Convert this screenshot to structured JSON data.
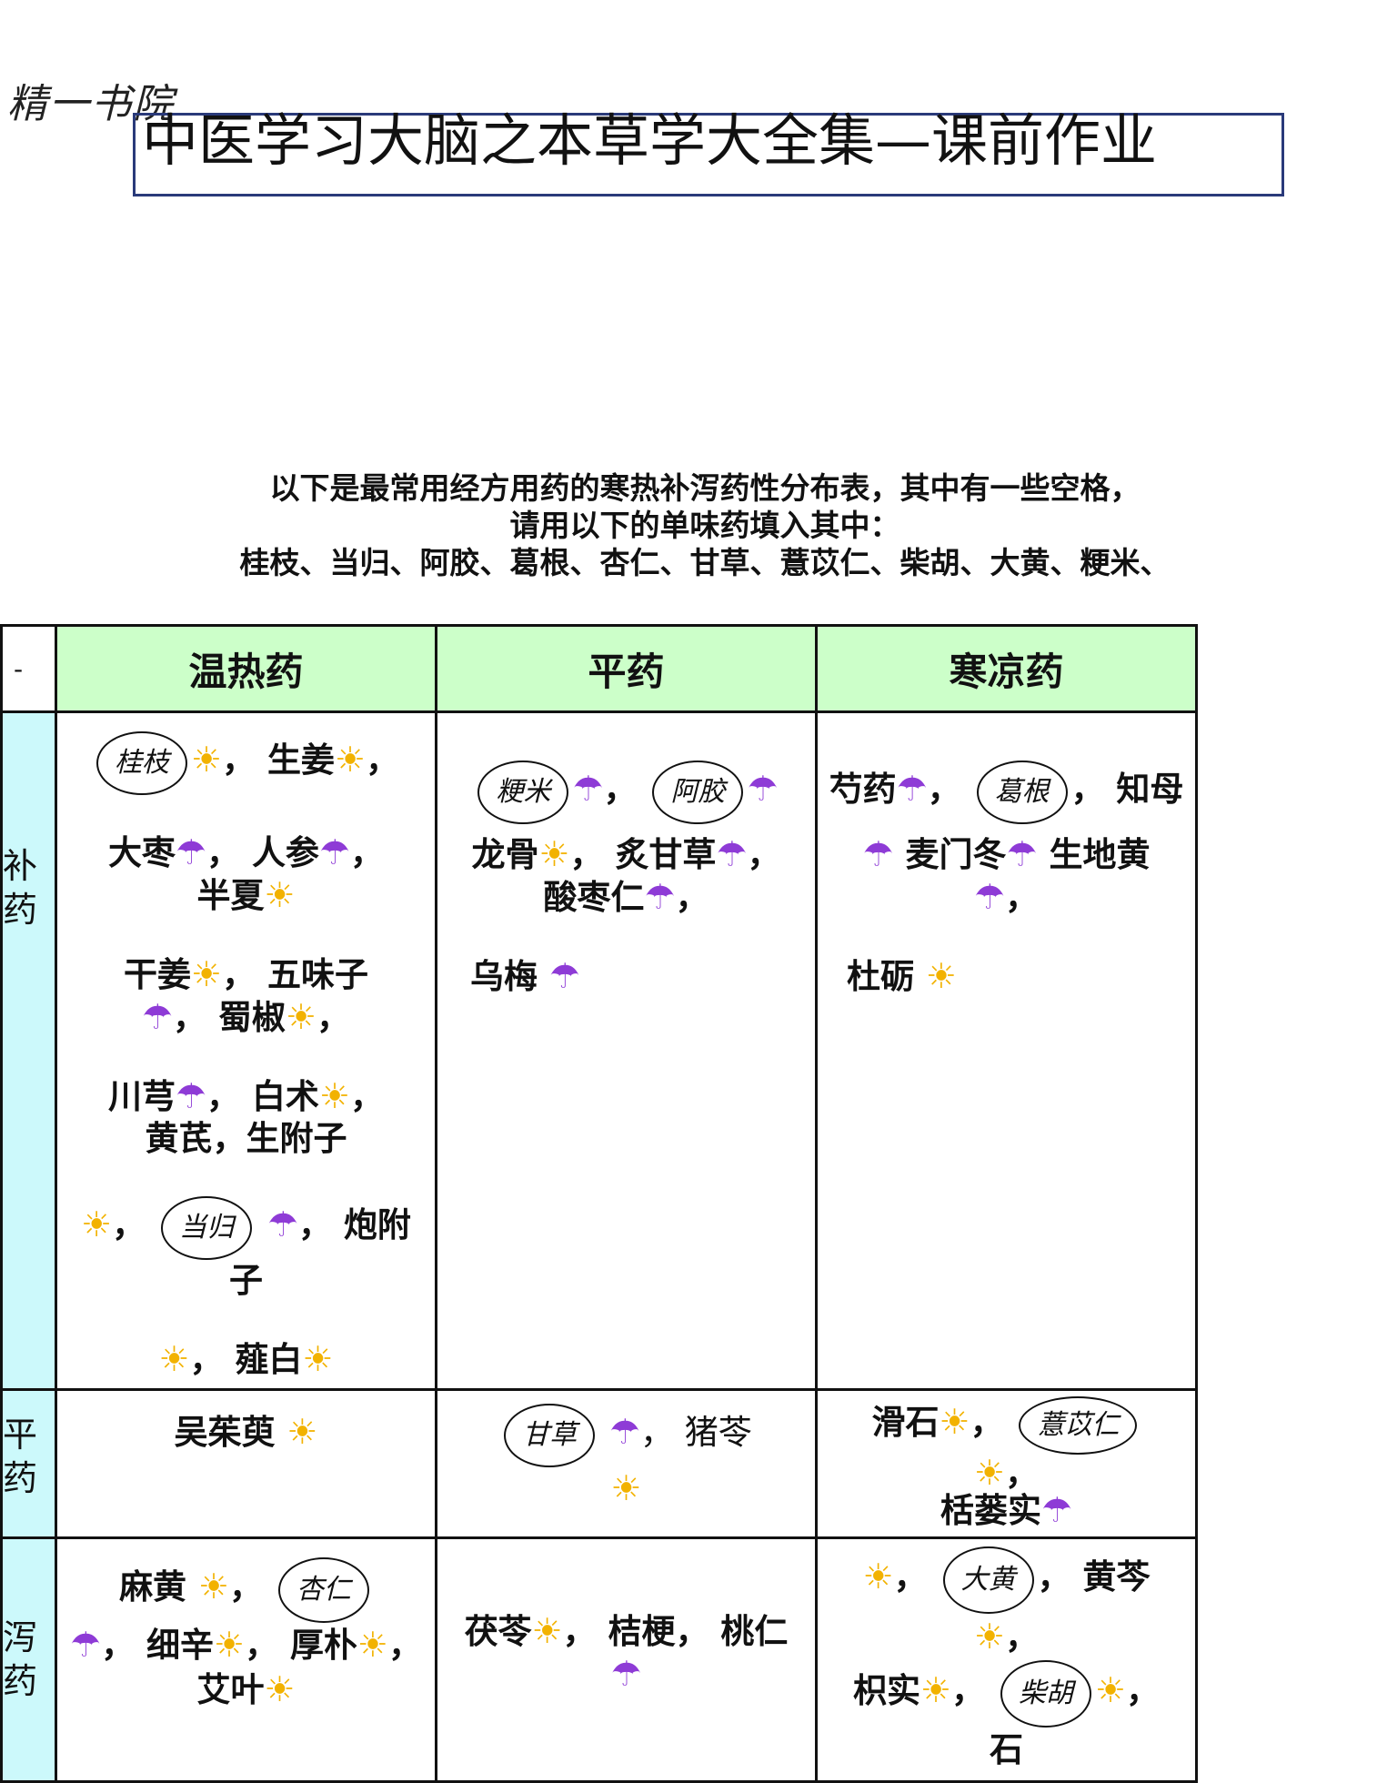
{
  "brand": "精一书院",
  "title": "中医学习大脑之本草学大全集—课前作业",
  "intro": {
    "line1": "以下是最常用经方用药的寒热补泻药性分布表，其中有一些空格，",
    "line2": "请用以下的单味药填入其中：",
    "line3": "桂枝、当归、阿胶、葛根、杏仁、甘草、薏苡仁、柴胡、大黄、粳米、"
  },
  "table": {
    "corner": "-",
    "columns": [
      "温热药",
      "平药",
      "寒凉药"
    ],
    "rows": [
      "补药",
      "平药",
      "泻药"
    ],
    "icons": {
      "sun": "☀",
      "umbrella": "☂",
      "sun_color": "#f2b200",
      "umbrella_color": "#8e3bd6"
    },
    "bu": {
      "warm": [
        "桂枝",
        "生姜",
        "大枣",
        "人参",
        "半夏",
        "干姜",
        "五味子",
        "蜀椒",
        "川芎",
        "白术",
        "黄芪",
        "生附子",
        "当归",
        "炮附子",
        "薤白"
      ],
      "neutral": [
        "粳米",
        "阿胶",
        "龙骨",
        "炙甘草",
        "酸枣仁",
        "乌梅"
      ],
      "cold": [
        "芍药",
        "葛根",
        "知母",
        "麦门冬",
        "生地黄",
        "杜砺"
      ]
    },
    "ping": {
      "warm": [
        "吴茱萸"
      ],
      "neutral": [
        "甘草",
        "猪苓"
      ],
      "cold": [
        "滑石",
        "薏苡仁",
        "栝蒌实"
      ]
    },
    "xie": {
      "warm": [
        "麻黄",
        "杏仁",
        "细辛",
        "厚朴",
        "艾叶"
      ],
      "neutral": [
        "茯苓",
        "桔梗",
        "桃仁"
      ],
      "cold": [
        "大黄",
        "黄芩",
        "枳实",
        "柴胡",
        "石"
      ]
    }
  }
}
